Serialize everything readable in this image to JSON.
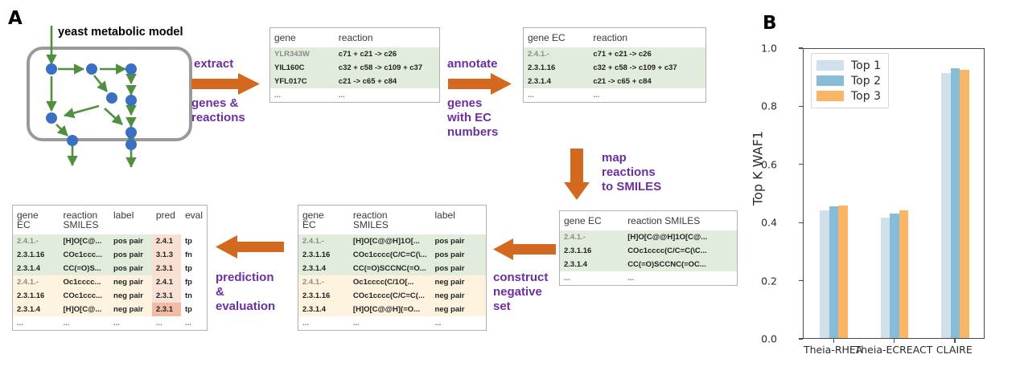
{
  "panelA": {
    "letter": "A",
    "model_title": "yeast metabolic model",
    "steps": [
      {
        "id": "extract",
        "lines": [
          "extract",
          "genes &",
          "reactions"
        ],
        "arrow": "right-arrow-icon"
      },
      {
        "id": "annotate",
        "lines": [
          "annotate",
          "genes",
          "with EC",
          "numbers"
        ],
        "arrow": "right-arrow-icon"
      },
      {
        "id": "map",
        "lines": [
          "map",
          "reactions",
          "to SMILES"
        ],
        "arrow": "down-arrow-icon"
      },
      {
        "id": "construct",
        "lines": [
          "construct",
          "negative",
          "set"
        ],
        "arrow": "left-arrow-icon"
      },
      {
        "id": "prediction",
        "lines": [
          "prediction",
          "&",
          "evaluation"
        ],
        "arrow": "left-arrow-icon"
      }
    ],
    "table_gene_reaction": {
      "headers": [
        "gene",
        "reaction"
      ],
      "rows": [
        {
          "cells": [
            "YLR343W",
            "c71 + c21 -> c26"
          ],
          "tone": "green",
          "faded": true
        },
        {
          "cells": [
            "YIL160C",
            "c32 + c58 -> c109 + c37"
          ],
          "tone": "green"
        },
        {
          "cells": [
            "YFL017C",
            "c21 -> c65 + c84"
          ],
          "tone": "green"
        },
        {
          "cells": [
            "...",
            "..."
          ],
          "tone": "white"
        }
      ]
    },
    "table_ec_reaction": {
      "headers": [
        "gene EC",
        "reaction"
      ],
      "rows": [
        {
          "cells": [
            "2.4.1.-",
            "c71 + c21 -> c26"
          ],
          "tone": "green",
          "faded": true
        },
        {
          "cells": [
            "2.3.1.16",
            "c32 + c58 -> c109 + c37"
          ],
          "tone": "green"
        },
        {
          "cells": [
            "2.3.1.4",
            "c21 -> c65 + c84"
          ],
          "tone": "green"
        },
        {
          "cells": [
            "...",
            "..."
          ],
          "tone": "white"
        }
      ]
    },
    "table_ec_smiles": {
      "headers": [
        "gene EC",
        "reaction SMILES"
      ],
      "rows": [
        {
          "cells": [
            "2.4.1.-",
            "[H]O[C@@H]1O[C@..."
          ],
          "tone": "green",
          "faded": true
        },
        {
          "cells": [
            "2.3.1.16",
            "COc1cccc(C/C=C(\\C..."
          ],
          "tone": "green"
        },
        {
          "cells": [
            "2.3.1.4",
            "CC(=O)SCCNC(=OC..."
          ],
          "tone": "green"
        },
        {
          "cells": [
            "...",
            "..."
          ],
          "tone": "white"
        }
      ]
    },
    "table_labeled": {
      "headers": [
        "gene\nEC",
        "reaction\nSMILES",
        "label"
      ],
      "header_lines": [
        [
          "gene",
          "EC"
        ],
        [
          "reaction",
          "SMILES"
        ],
        [
          "label",
          ""
        ]
      ],
      "rows": [
        {
          "cells": [
            "2.4.1.-",
            "[H]O[C@@H]1O[...",
            "pos pair"
          ],
          "tone": "green",
          "faded": true
        },
        {
          "cells": [
            "2.3.1.16",
            "COc1cccc(C/C=C(\\...",
            "pos pair"
          ],
          "tone": "green"
        },
        {
          "cells": [
            "2.3.1.4",
            "CC(=O)SCCNC(=O...",
            "pos pair"
          ],
          "tone": "green"
        },
        {
          "cells": [
            "2.4.1.-",
            "Oc1cccc(C/1O[...",
            "neg pair"
          ],
          "tone": "yellow",
          "faded": true
        },
        {
          "cells": [
            "2.3.1.16",
            "COc1cccc(C/C=C(...",
            "neg pair"
          ],
          "tone": "yellow"
        },
        {
          "cells": [
            "2.3.1.4",
            "[H]O[C@@H](=O...",
            "neg pair"
          ],
          "tone": "yellow"
        },
        {
          "cells": [
            "...",
            "...",
            "..."
          ],
          "tone": "white"
        }
      ]
    },
    "table_eval": {
      "header_lines": [
        [
          "gene",
          "EC"
        ],
        [
          "reaction",
          "SMILES"
        ],
        [
          "label",
          ""
        ],
        [
          "pred",
          ""
        ],
        [
          "eval",
          ""
        ]
      ],
      "rows": [
        {
          "cells": [
            "2.4.1.-",
            "[H]O[C@...",
            "pos pair",
            "2.4.1",
            "tp"
          ],
          "tone": "green",
          "faded": true
        },
        {
          "cells": [
            "2.3.1.16",
            "COc1ccc...",
            "pos pair",
            "3.1.3",
            "fn"
          ],
          "tone": "green"
        },
        {
          "cells": [
            "2.3.1.4",
            "CC(=O)S...",
            "pos pair",
            "2.3.1",
            "tp"
          ],
          "tone": "green"
        },
        {
          "cells": [
            "2.4.1.-",
            "Oc1cccc...",
            "neg pair",
            "2.4.1",
            "fp"
          ],
          "tone": "yellow",
          "faded": true
        },
        {
          "cells": [
            "2.3.1.16",
            "COc1ccc...",
            "neg pair",
            "2.3.1",
            "tn"
          ],
          "tone": "yellow"
        },
        {
          "cells": [
            "2.3.1.4",
            "[H]O[C@...",
            "neg pair",
            "2.3.1",
            "tp"
          ],
          "tone": "yellow",
          "highlight_pred": true
        },
        {
          "cells": [
            "...",
            "...",
            "...",
            "...",
            "..."
          ],
          "tone": "white"
        }
      ]
    }
  },
  "panelB": {
    "letter": "B"
  },
  "chart_data": {
    "type": "bar",
    "title": "",
    "xlabel": "",
    "ylabel": "Top K WAF1",
    "categories": [
      "Theia-RHEA",
      "Theia-ECREACT",
      "CLAIRE"
    ],
    "series": [
      {
        "name": "Top 1",
        "color": "#cfe0ea",
        "values": [
          0.44,
          0.415,
          0.912
        ]
      },
      {
        "name": "Top 2",
        "color": "#86bcd8",
        "values": [
          0.452,
          0.428,
          0.929
        ]
      },
      {
        "name": "Top 3",
        "color": "#fbb567",
        "values": [
          0.456,
          0.44,
          0.923
        ]
      }
    ],
    "ylim": [
      0.0,
      1.0
    ],
    "yticks": [
      0.0,
      0.2,
      0.4,
      0.6,
      0.8,
      1.0
    ],
    "ytick_labels": [
      "0.0",
      "0.2",
      "0.4",
      "0.6",
      "0.8",
      "1.0"
    ],
    "grid": false,
    "legend_position": "upper left"
  },
  "colors": {
    "purple_text": "#6b2fa0",
    "orange_arrow": "#d2691e",
    "green_row": "#e2ecdd",
    "yellow_row": "#fdf3de",
    "pred_column": "#f8dfd2",
    "node_blue": "#3b6fc4",
    "pathway_green": "#4f8f3f"
  }
}
